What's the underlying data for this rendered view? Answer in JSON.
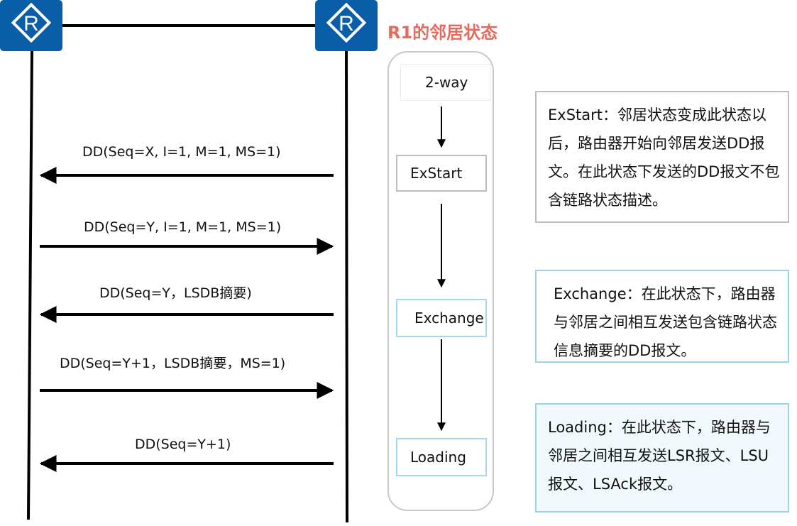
{
  "state_title": "R1的邻居状态",
  "messages": [
    {
      "text": "DD(Seq=X, I=1, M=1, MS=1)",
      "direction": "left"
    },
    {
      "text": "DD(Seq=Y, I=1, M=1, MS=1)",
      "direction": "right"
    },
    {
      "text": "DD(Seq=Y，LSDB摘要)",
      "direction": "left"
    },
    {
      "text": "DD(Seq=Y+1，LSDB摘要，MS=1)",
      "direction": "right"
    },
    {
      "text": "DD(Seq=Y+1)",
      "direction": "left"
    }
  ],
  "states": [
    {
      "label": "2-way"
    },
    {
      "label": "ExStart"
    },
    {
      "label": "Exchange"
    },
    {
      "label": "Loading"
    }
  ],
  "descriptions": [
    {
      "text": "ExStart：邻居状态变成此状态以后，路由器开始向邻居发送DD报文。在此状态下发送的DD报文不包含链路状态描述。"
    },
    {
      "text": "Exchange：在此状态下，路由器与邻居之间相互发送包含链路状态信息摘要的DD报文。"
    },
    {
      "text": "Loading：在此状态下，路由器与邻居之间相互发送LSR报文、LSU报文、LSAck报文。"
    }
  ],
  "colors": {
    "router": "#0a5ea8",
    "title": "#e86a5c",
    "state_border_light": "#a8d8ee",
    "state_border_gray": "#bdbdbd",
    "desc_border_gray": "#bdbdbd",
    "desc_border_blue": "#9dd3ea",
    "desc_fill_blue": "#f2f9fc"
  },
  "icons": [
    "router-icon"
  ]
}
